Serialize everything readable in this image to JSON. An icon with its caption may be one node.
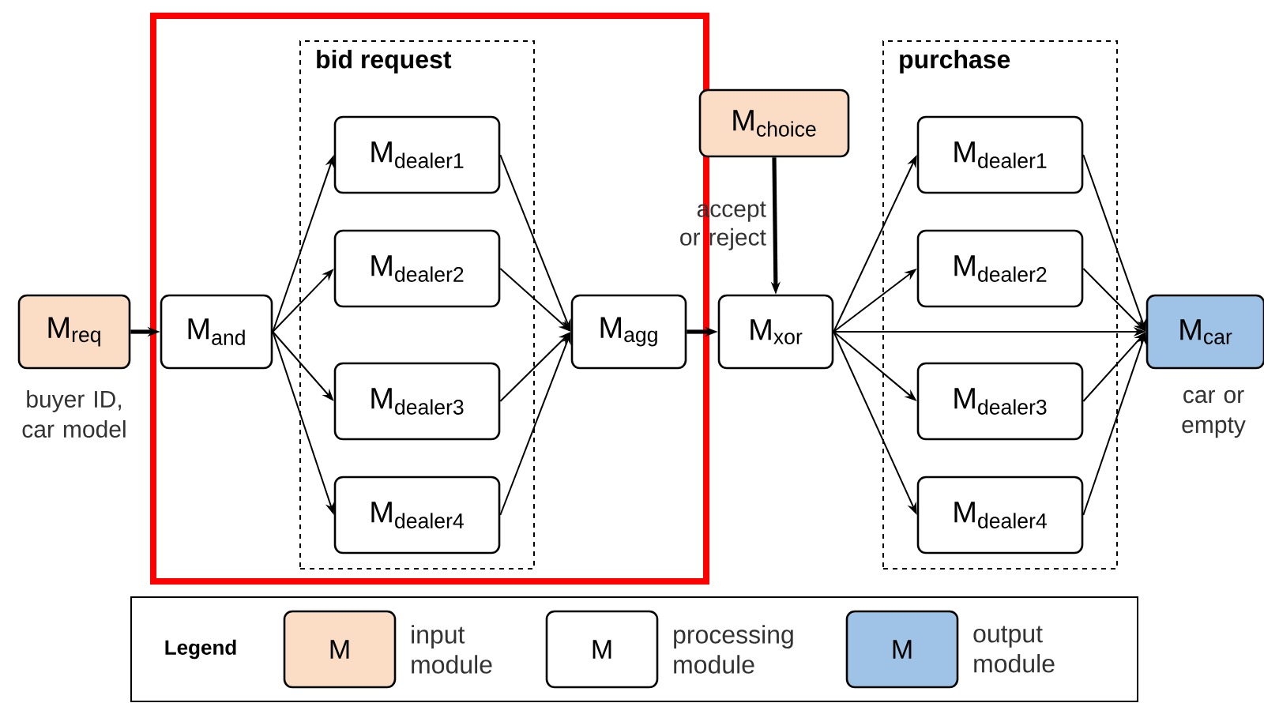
{
  "diagram": {
    "nodes": [
      {
        "text": [
          "M$_{req}$"
        ],
        "beside": [
          "buyer ID, car model"
        ]
      },
      {
        "text": [
          "M$_{and}$"
        ]
      },
      {
        "text": [
          "bid request"
        ]
      },
      {
        "text": [
          "M$_{dealer1}$"
        ],
        "in": 2
      },
      {
        "text": [
          "M$_{dealer2}$"
        ],
        "in": 2
      },
      {
        "text": [
          "M$_{dealer3}$"
        ],
        "in": 2
      },
      {
        "text": [
          "M$_{dealer4}$"
        ],
        "in": 2
      },
      {
        "text": [
          "M$_{agg}$"
        ]
      },
      {
        "text": [
          "M$_{choice}$"
        ]
      },
      {
        "text": [
          "M$_{xor}$"
        ]
      },
      {
        "text": [
          "purchase"
        ]
      },
      {
        "text": [
          "M$_{dealer1}$"
        ],
        "in": 10
      },
      {
        "text": [
          "M$_{dealer2}$"
        ],
        "in": 10
      },
      {
        "text": [
          "M$_{dealer3}$"
        ],
        "in": 10
      },
      {
        "text": [
          "M$_{dealer4}$"
        ],
        "in": 10
      },
      {
        "text": [
          "M$_{car}$"
        ],
        "beside": [
          "car or empty"
        ]
      }
    ],
    "edges": [
      {
        "from": 0,
        "to": 1,
        "arrow": "to",
        "style": "thick"
      },
      {
        "from": 1,
        "to": 3,
        "arrow": "to"
      },
      {
        "from": 1,
        "to": 4,
        "arrow": "to"
      },
      {
        "from": 1,
        "to": 5,
        "arrow": "to"
      },
      {
        "from": 1,
        "to": 6,
        "arrow": "to"
      },
      {
        "from": 3,
        "to": 7,
        "arrow": "to"
      },
      {
        "from": 4,
        "to": 7,
        "arrow": "to"
      },
      {
        "from": 5,
        "to": 7,
        "arrow": "to"
      },
      {
        "from": 6,
        "to": 7,
        "arrow": "to"
      },
      {
        "from": 7,
        "to": 9,
        "arrow": "to",
        "style": "thick"
      },
      {
        "from": 8,
        "to": 9,
        "arrow": "to",
        "style": "thick",
        "label": "accept or reject"
      },
      {
        "from": 9,
        "to": 11,
        "arrow": "to"
      },
      {
        "from": 9,
        "to": 12,
        "arrow": "to"
      },
      {
        "from": 9,
        "to": 13,
        "arrow": "to"
      },
      {
        "from": 9,
        "to": 14,
        "arrow": "to"
      },
      {
        "from": 9,
        "to": 15,
        "arrow": "to"
      },
      {
        "from": 11,
        "to": 15,
        "arrow": "to"
      },
      {
        "from": 12,
        "to": 15,
        "arrow": "to"
      },
      {
        "from": 13,
        "to": 15,
        "arrow": "to"
      },
      {
        "from": 14,
        "to": 15,
        "arrow": "to"
      }
    ],
    "labels": [
      "Legend",
      "M",
      "M",
      "M"
    ],
    "legend": [
      {
        "text": "input module",
        "color": "#fbdcc4"
      },
      {
        "text": "processing module"
      },
      {
        "text": "output module",
        "color": "#9fc3e6"
      }
    ]
  }
}
